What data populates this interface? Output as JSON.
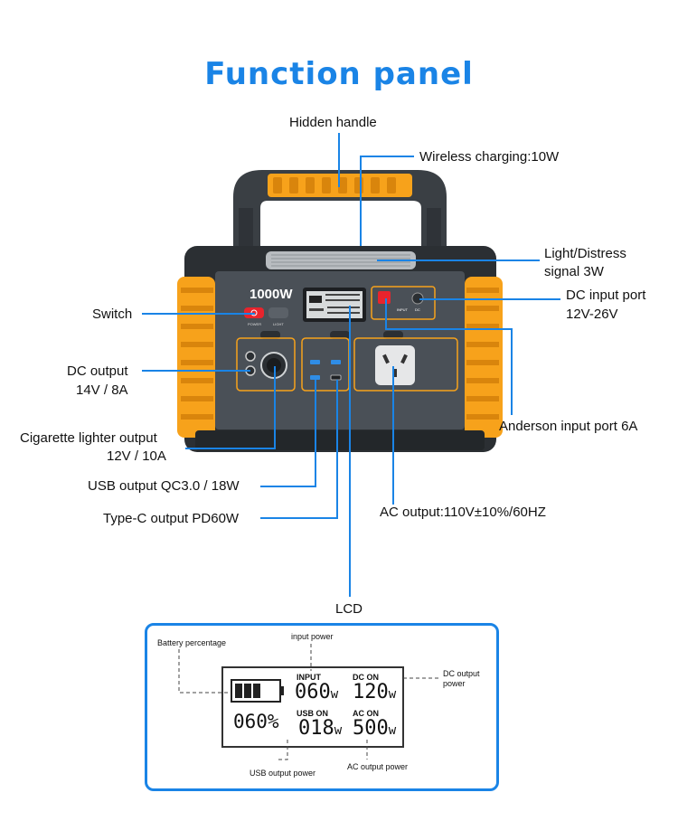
{
  "title": "Function panel",
  "device": {
    "model": "1000W",
    "power_label": "POWER",
    "light_label": "LIGHT",
    "input_label": "INPUT",
    "dc_label": "DC",
    "dc_voltage": "12V-26V"
  },
  "labels": {
    "hidden_handle": "Hidden handle",
    "wireless": "Wireless charging:10W",
    "light_line1": "Light/Distress",
    "light_line2": "signal 3W",
    "dc_input_line1": "DC input port",
    "dc_input_line2": "12V-26V",
    "switch": "Switch",
    "dc_output_line1": "DC output",
    "dc_output_line2": "14V / 8A",
    "anderson": "Anderson input port 6A",
    "cig_line1": "Cigarette lighter output",
    "cig_line2": "12V / 10A",
    "usb": "USB output QC3.0 / 18W",
    "typec": "Type-C output PD60W",
    "ac": "AC output:110V±10%/60HZ",
    "lcd": "LCD"
  },
  "lcd": {
    "battery_percentage": "Battery percentage",
    "input_power": "input power",
    "dc_output_power_1": "DC output",
    "dc_output_power_2": "power",
    "usb_output_power": "USB output power",
    "ac_output_power": "AC output power",
    "input_label": "INPUT",
    "input_value": "060",
    "dc_label": "DC ON",
    "dc_value": "120",
    "percent_value": "060%",
    "usb_label": "USB ON",
    "usb_value": "018",
    "ac_label": "AC ON",
    "ac_value": "500",
    "unit": "w"
  },
  "colors": {
    "accent": "#1a84e6",
    "device_orange": "#f7a21b",
    "device_body": "#3c4147",
    "switch_red": "#e8242d"
  }
}
